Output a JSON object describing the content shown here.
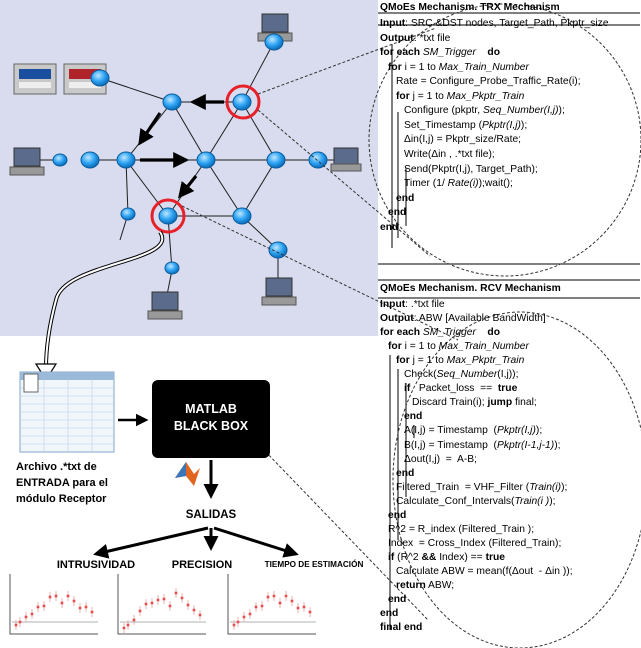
{
  "trx": {
    "title": "QMoEs Mechanism. TRX Mechanism",
    "lines": [
      {
        "indent": 0,
        "parts": [
          [
            "Input",
            "b"
          ],
          [
            ": SRC &DST nodes, Target_Path, Pkptr_size",
            ""
          ]
        ]
      },
      {
        "indent": 0,
        "parts": [
          [
            "Output",
            "b"
          ],
          [
            ": *txt file",
            ""
          ]
        ]
      },
      {
        "indent": 0,
        "parts": [
          [
            "for each ",
            "b"
          ],
          [
            "SM_Trigger",
            "i"
          ],
          [
            "    ",
            ""
          ],
          [
            "do",
            "b"
          ]
        ]
      },
      {
        "indent": 1,
        "parts": [
          [
            "for ",
            "b"
          ],
          [
            "i = 1 to ",
            ""
          ],
          [
            "Max_Train_Number",
            "i"
          ]
        ]
      },
      {
        "indent": 2,
        "parts": [
          [
            "Rate = Configure_Probe_Traffic_Rate(i);",
            ""
          ]
        ]
      },
      {
        "indent": 2,
        "parts": [
          [
            "for ",
            "b"
          ],
          [
            "j = 1 to ",
            ""
          ],
          [
            "Max_Pkptr_Train",
            "i"
          ]
        ]
      },
      {
        "indent": 3,
        "parts": [
          [
            "Configure (pkptr, ",
            ""
          ],
          [
            "Seq_Number(I,j)",
            "i"
          ],
          [
            ");",
            ""
          ]
        ]
      },
      {
        "indent": 3,
        "parts": [
          [
            "Set_Timestamp (",
            ""
          ],
          [
            "Pkptr(I,j)",
            "i"
          ],
          [
            ");",
            ""
          ]
        ]
      },
      {
        "indent": 3,
        "parts": [
          [
            "Δin(I,j) = Pkptr_size/Rate;",
            ""
          ]
        ]
      },
      {
        "indent": 3,
        "parts": [
          [
            "Write(Δin , .*txt file);",
            ""
          ]
        ]
      },
      {
        "indent": 3,
        "parts": [
          [
            "Send(Pkptr(I,j), Target_Path);",
            ""
          ]
        ]
      },
      {
        "indent": 3,
        "parts": [
          [
            "Timer (1/ ",
            ""
          ],
          [
            "Rate(i)",
            "i"
          ],
          [
            ");wait();",
            ""
          ]
        ]
      },
      {
        "indent": 2,
        "parts": [
          [
            "end",
            "b"
          ]
        ]
      },
      {
        "indent": 1,
        "parts": [
          [
            "end",
            "b"
          ]
        ]
      },
      {
        "indent": 0,
        "parts": [
          [
            "end",
            "b"
          ]
        ]
      }
    ]
  },
  "rcv": {
    "title": "QMoEs Mechanism. RCV Mechanism",
    "lines": [
      {
        "indent": 0,
        "parts": [
          [
            "Input",
            "b"
          ],
          [
            ": .*txt file",
            ""
          ]
        ]
      },
      {
        "indent": 0,
        "parts": [
          [
            "Output",
            "b"
          ],
          [
            ": ABW [Available BandWidth]",
            ""
          ]
        ]
      },
      {
        "indent": 0,
        "parts": [
          [
            "for each ",
            "b"
          ],
          [
            "SM_Trigger",
            "i"
          ],
          [
            "    ",
            ""
          ],
          [
            "do",
            "b"
          ]
        ]
      },
      {
        "indent": 1,
        "parts": [
          [
            "for ",
            "b"
          ],
          [
            "i = 1 to ",
            ""
          ],
          [
            "Max_Train_Number",
            "i"
          ]
        ]
      },
      {
        "indent": 2,
        "parts": [
          [
            "for ",
            "b"
          ],
          [
            "j = 1 to ",
            ""
          ],
          [
            "Max_Pkptr_Train",
            "i"
          ]
        ]
      },
      {
        "indent": 3,
        "parts": [
          [
            "Check(",
            ""
          ],
          [
            "Seq_Number",
            "i"
          ],
          [
            "(I,j));",
            ""
          ]
        ]
      },
      {
        "indent": 3,
        "parts": [
          [
            "if",
            "b"
          ],
          [
            "   Packet_loss  ==  ",
            ""
          ],
          [
            "true",
            "b"
          ]
        ]
      },
      {
        "indent": 4,
        "parts": [
          [
            "Discard Train(i); ",
            ""
          ],
          [
            "jump",
            "b"
          ],
          [
            " final;",
            ""
          ]
        ]
      },
      {
        "indent": 3,
        "parts": [
          [
            "end",
            "b"
          ]
        ]
      },
      {
        "indent": 3,
        "parts": [
          [
            "A(I,j) = Timestamp  (",
            ""
          ],
          [
            "Pkptr(I,j)",
            "i"
          ],
          [
            ");",
            ""
          ]
        ]
      },
      {
        "indent": 3,
        "parts": [
          [
            "B(I,j) = Timestamp  (",
            ""
          ],
          [
            "Pkptr(I-1,j-1)",
            "i"
          ],
          [
            ");",
            ""
          ]
        ]
      },
      {
        "indent": 3,
        "parts": [
          [
            "Δout(I,j)  =  A-B;",
            ""
          ]
        ]
      },
      {
        "indent": 2,
        "parts": [
          [
            "end",
            "b"
          ]
        ]
      },
      {
        "indent": 2,
        "parts": [
          [
            "Filtered_Train  = VHF_Filter (",
            ""
          ],
          [
            "Train(i)",
            "i"
          ],
          [
            ");",
            ""
          ]
        ]
      },
      {
        "indent": 2,
        "parts": [
          [
            "Calculate_Conf_Intervals(",
            ""
          ],
          [
            "Train(i )",
            "i"
          ],
          [
            ");",
            ""
          ]
        ]
      },
      {
        "indent": 1,
        "parts": [
          [
            "end",
            "b"
          ]
        ]
      },
      {
        "indent": 1,
        "parts": [
          [
            "R^2 = R_index (Filtered_Train );",
            ""
          ]
        ]
      },
      {
        "indent": 1,
        "parts": [
          [
            "Index  = Cross_Index (Filtered_Train);",
            ""
          ]
        ]
      },
      {
        "indent": 1,
        "parts": [
          [
            "if",
            "b"
          ],
          [
            " (R^2 ",
            ""
          ],
          [
            "&&",
            "b"
          ],
          [
            " Index) == ",
            ""
          ],
          [
            "true",
            "b"
          ]
        ]
      },
      {
        "indent": 2,
        "parts": [
          [
            "Calculate ABW = mean(f(Δout  - Δin ));",
            ""
          ]
        ]
      },
      {
        "indent": 2,
        "parts": [
          [
            "return",
            "b"
          ],
          [
            " ABW;",
            ""
          ]
        ]
      },
      {
        "indent": 1,
        "parts": [
          [
            "end",
            "b"
          ]
        ]
      },
      {
        "indent": 0,
        "parts": [
          [
            "end",
            "b"
          ]
        ]
      },
      {
        "indent": 0,
        "parts": [
          [
            "final end",
            "b"
          ]
        ]
      }
    ]
  },
  "matlab": {
    "line1": "MATLAB",
    "line2": "BLACK BOX"
  },
  "file_label": {
    "line1": "Archivo .*txt de",
    "line2": "ENTRADA para el",
    "line3": "módulo Receptor"
  },
  "salidas": "SALIDAS",
  "outputs": {
    "intrusividad": "INTRUSIVIDAD",
    "precision": "PRECISION",
    "tiempo": "TIEMPO DE ESTIMACIÓN"
  },
  "colors": {
    "network_bg": "#d7dcee",
    "node": "#2ea4f4",
    "highlight": "#e8202a",
    "matlab_box": "#000000",
    "plot_points": "#e84c4c"
  }
}
